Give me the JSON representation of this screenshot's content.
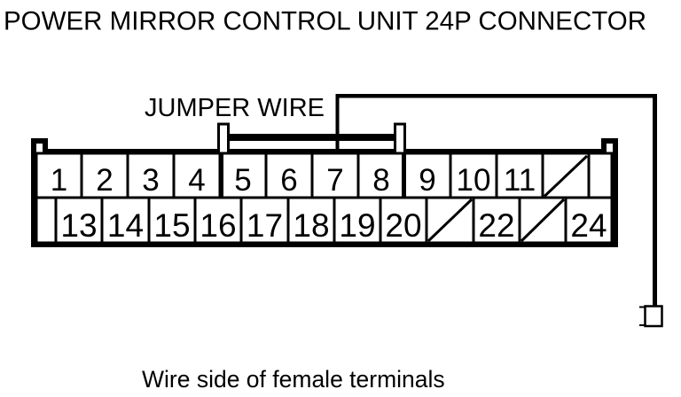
{
  "title": "POWER MIRROR CONTROL UNIT 24P CONNECTOR",
  "jumper": {
    "label": "JUMPER WIRE"
  },
  "caption": "Wire side of female terminals",
  "colors": {
    "line": "#000000",
    "background": "#ffffff"
  },
  "connector": {
    "pin_count": "24P",
    "top_row": [
      {
        "label": "1",
        "type": "pin"
      },
      {
        "label": "2",
        "type": "pin"
      },
      {
        "label": "3",
        "type": "pin"
      },
      {
        "label": "4",
        "type": "pin"
      },
      {
        "label": "5",
        "type": "pin"
      },
      {
        "label": "6",
        "type": "pin"
      },
      {
        "label": "7",
        "type": "pin"
      },
      {
        "label": "8",
        "type": "pin"
      },
      {
        "label": "9",
        "type": "pin"
      },
      {
        "label": "10",
        "type": "pin"
      },
      {
        "label": "11",
        "type": "pin"
      },
      {
        "label": "",
        "type": "not-used-slash"
      },
      {
        "label": "",
        "type": "blank"
      }
    ],
    "bottom_row": [
      {
        "label": "",
        "type": "blank"
      },
      {
        "label": "13",
        "type": "pin"
      },
      {
        "label": "14",
        "type": "pin"
      },
      {
        "label": "15",
        "type": "pin"
      },
      {
        "label": "16",
        "type": "pin"
      },
      {
        "label": "17",
        "type": "pin"
      },
      {
        "label": "18",
        "type": "pin"
      },
      {
        "label": "19",
        "type": "pin"
      },
      {
        "label": "20",
        "type": "pin"
      },
      {
        "label": "",
        "type": "not-used-slash"
      },
      {
        "label": "22",
        "type": "pin"
      },
      {
        "label": "",
        "type": "not-used-slash"
      },
      {
        "label": "24",
        "type": "pin"
      }
    ]
  }
}
